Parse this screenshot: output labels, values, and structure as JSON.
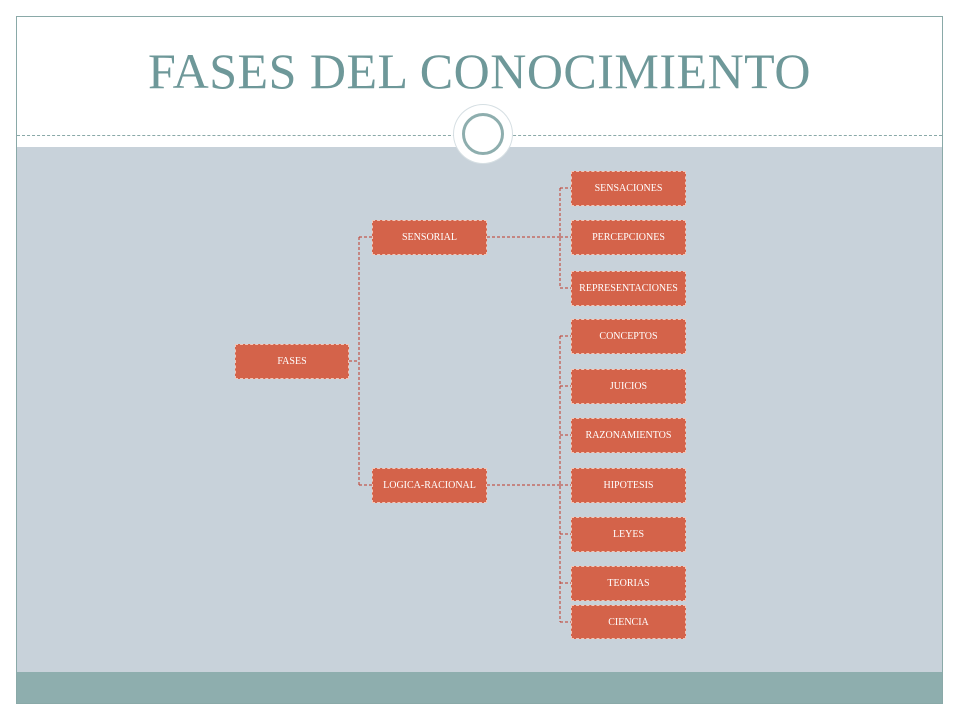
{
  "title": "FASES DEL CONOCIMIENTO",
  "colors": {
    "title": "#6e9899",
    "content_bg": "#c8d2da",
    "footer_band": "#8eaeae",
    "node_fill": "#d4634a",
    "connector": "#c0392b"
  },
  "decor": {
    "center_ring": "ring-icon"
  },
  "diagram": {
    "root": "FASES",
    "sensorial": {
      "label": "SENSORIAL",
      "children": [
        "SENSACIONES",
        "PERCEPCIONES",
        "REPRESENTACIONES"
      ]
    },
    "logica_racional": {
      "label": "LOGICA-RACIONAL",
      "children": [
        "CONCEPTOS",
        "JUICIOS",
        "RAZONAMIENTOS",
        "HIPOTESIS",
        "LEYES",
        "TEORIAS",
        "CIENCIA"
      ]
    }
  }
}
